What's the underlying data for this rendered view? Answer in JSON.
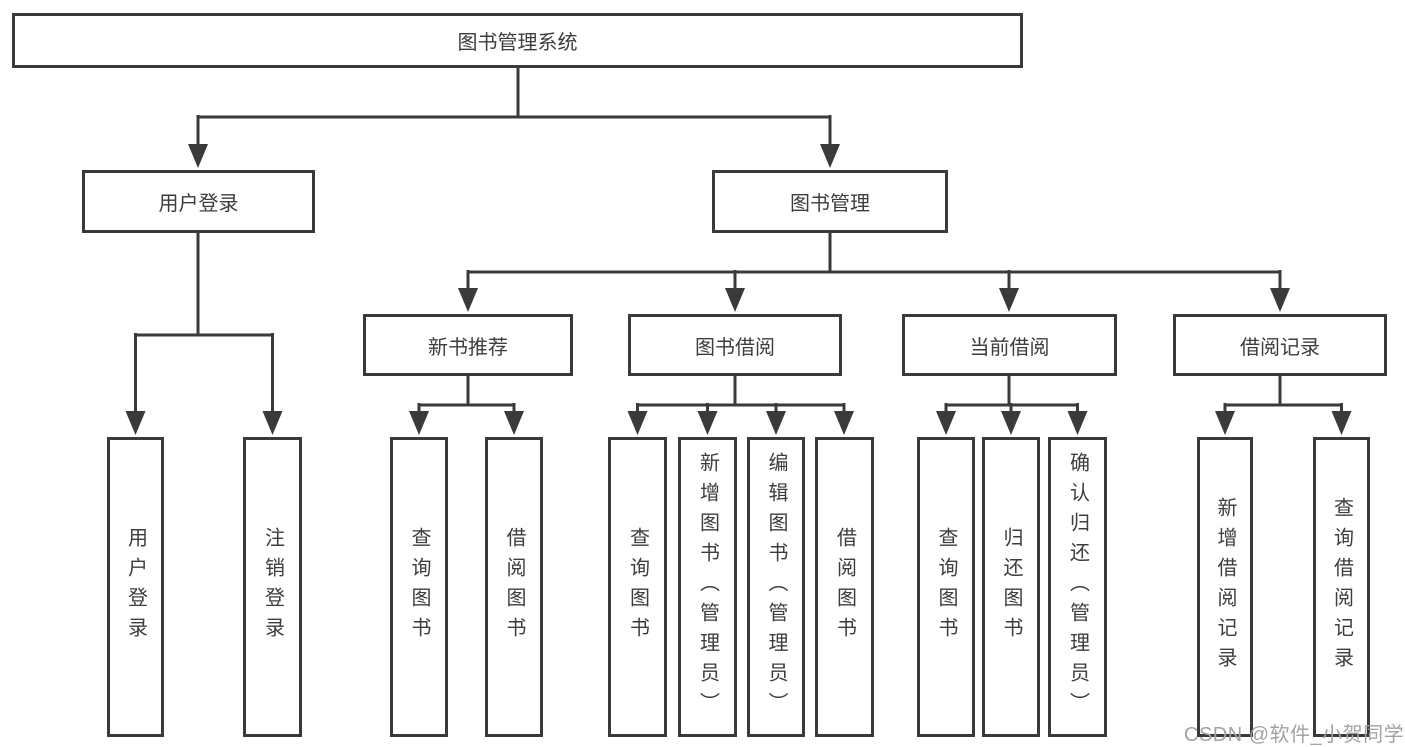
{
  "diagram": {
    "root": {
      "label": "图书管理系统",
      "children": [
        {
          "label": "用户登录",
          "children": [
            {
              "label": "用户登录"
            },
            {
              "label": "注销登录"
            }
          ]
        },
        {
          "label": "图书管理",
          "children": [
            {
              "label": "新书推荐",
              "children": [
                {
                  "label": "查询图书"
                },
                {
                  "label": "借阅图书"
                }
              ]
            },
            {
              "label": "图书借阅",
              "children": [
                {
                  "label": "查询图书"
                },
                {
                  "label": "新增图书（管理员）"
                },
                {
                  "label": "编辑图书（管理员）"
                },
                {
                  "label": "借阅图书"
                }
              ]
            },
            {
              "label": "当前借阅",
              "children": [
                {
                  "label": "查询图书"
                },
                {
                  "label": "归还图书"
                },
                {
                  "label": "确认归还（管理员）"
                }
              ]
            },
            {
              "label": "借阅记录",
              "children": [
                {
                  "label": "新增借阅记录"
                },
                {
                  "label": "查询借阅记录"
                }
              ]
            }
          ]
        }
      ]
    },
    "line_color": "#3a3a3a",
    "text_color": "#3d3d3d"
  },
  "watermark": {
    "text": "CSDN @软件_小贺同学"
  }
}
